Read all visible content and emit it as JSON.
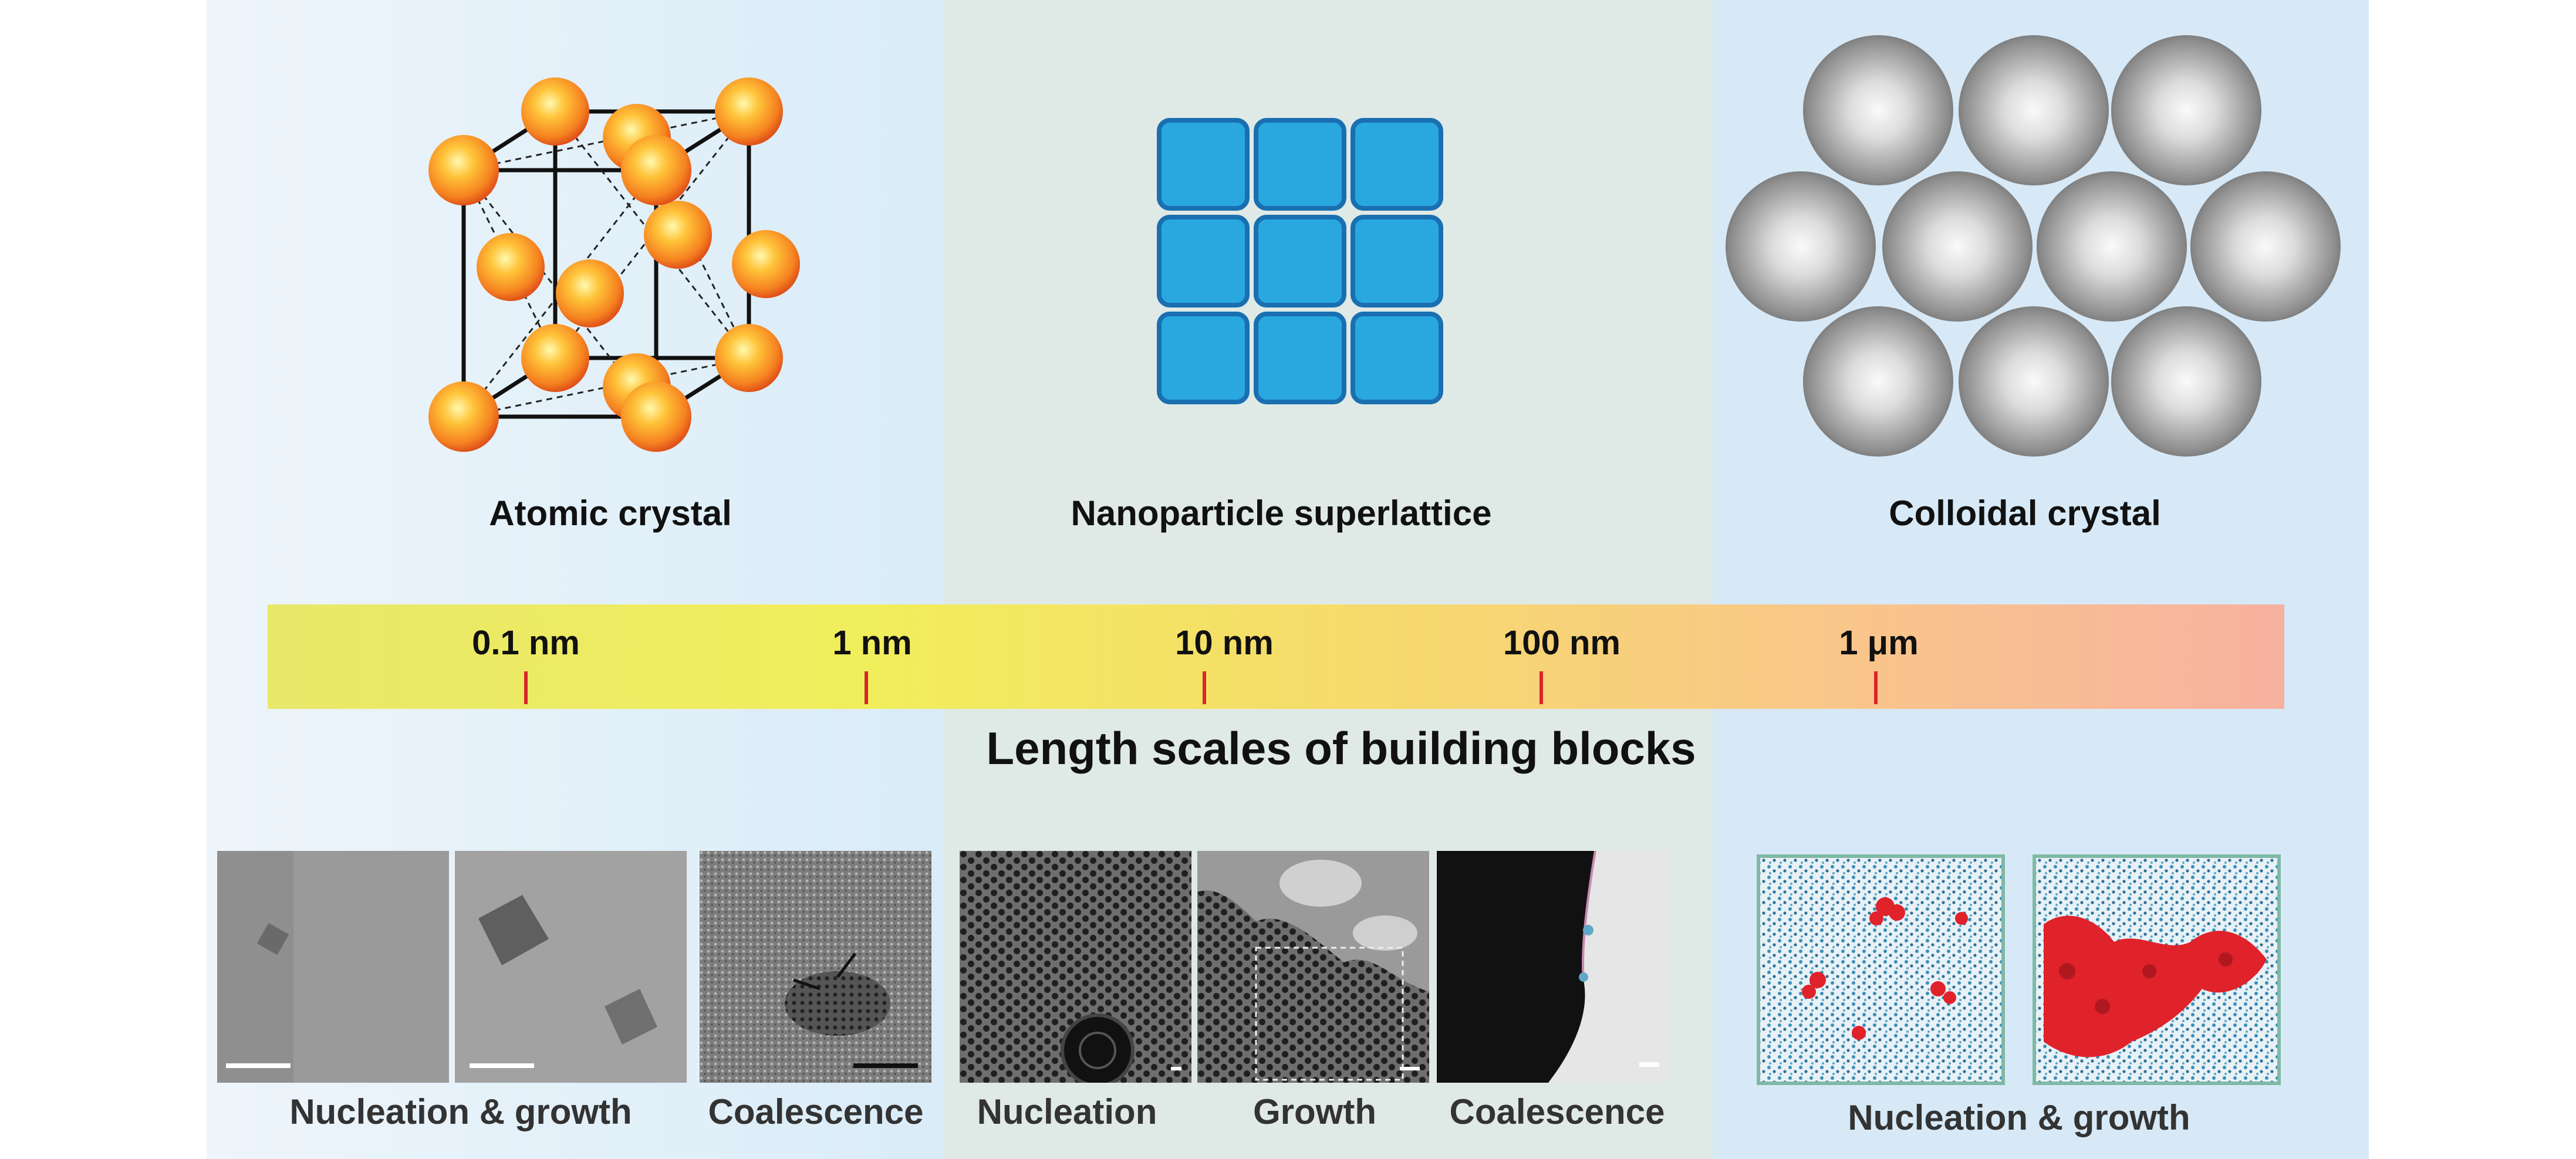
{
  "structures": [
    {
      "label": "Atomic crystal",
      "icon": "atomic-crystal-icon"
    },
    {
      "label": "Nanoparticle superlattice",
      "icon": "superlattice-icon"
    },
    {
      "label": "Colloidal crystal",
      "icon": "colloidal-crystal-icon"
    }
  ],
  "scale": {
    "title": "Length scales of building blocks",
    "ticks": [
      "0.1 nm",
      "1 nm",
      "10 nm",
      "100 nm",
      "1 μm"
    ]
  },
  "captions": {
    "atomic_nucleation_growth": "Nucleation & growth",
    "atomic_coalescence": "Coalescence",
    "nano_nucleation": "Nucleation",
    "nano_growth": "Growth",
    "nano_coalescence": "Coalescence",
    "colloid_nucleation_growth": "Nucleation & growth"
  },
  "colors": {
    "atom": "#f58220",
    "nanocube": "#29a8e0",
    "colloid": "#8a8a8a",
    "tick": "#d8262a",
    "simulation_cluster": "#e0222a",
    "simulation_liquid": "#3a8fb8"
  }
}
